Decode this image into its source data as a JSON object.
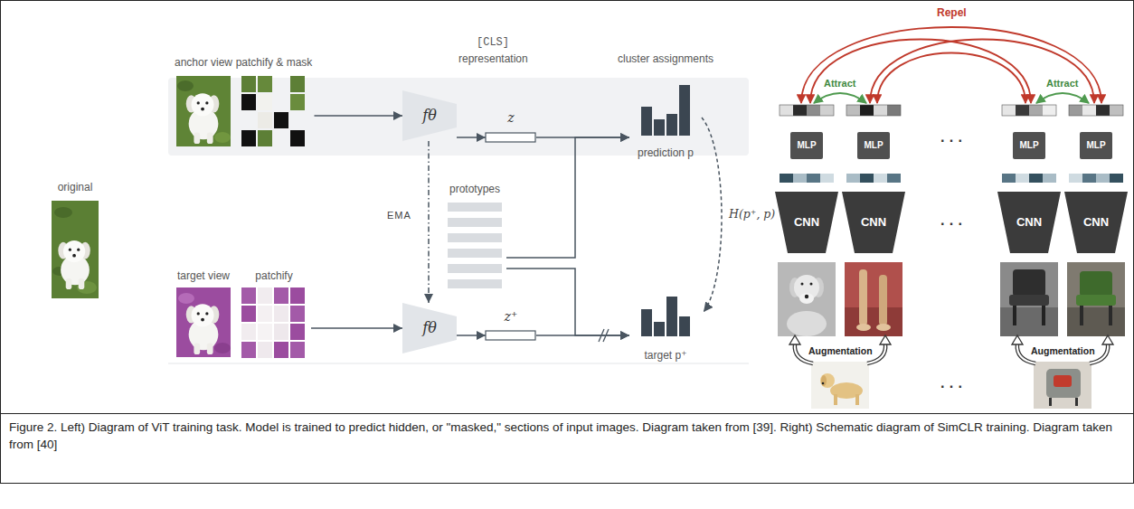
{
  "diagram": {
    "caption": "Figure 2. Left) Diagram of ViT training task. Model is trained to predict hidden, or \"masked,\" sections of input images. Diagram taken from [39]. Right) Schematic diagram of SimCLR training. Diagram taken from [40]",
    "nodes": [
      {
        "text": [
          "original"
        ]
      },
      {
        "text": [
          "anchor view"
        ]
      },
      {
        "text": [
          "patchify & mask"
        ]
      },
      {
        "text": [
          "fθ"
        ]
      },
      {
        "text": [
          "z"
        ]
      },
      {
        "text": [
          "prediction p"
        ]
      },
      {
        "text": [
          "prototypes"
        ]
      },
      {
        "text": [
          "target view"
        ]
      },
      {
        "text": [
          "patchify"
        ]
      },
      {
        "text": [
          "fθ"
        ]
      },
      {
        "text": [
          "z⁺"
        ]
      },
      {
        "text": [
          "target p⁺"
        ]
      },
      {
        "text": [
          "MLP"
        ]
      },
      {
        "text": [
          "MLP"
        ]
      },
      {
        "text": [
          "MLP"
        ]
      },
      {
        "text": [
          "MLP"
        ]
      },
      {
        "text": [
          "CNN"
        ]
      },
      {
        "text": [
          "CNN"
        ]
      },
      {
        "text": [
          "CNN"
        ]
      },
      {
        "text": [
          "CNN"
        ]
      }
    ],
    "edges": [
      {
        "from": 2,
        "to": 3,
        "arrow": "to"
      },
      {
        "from": 3,
        "to": 4,
        "arrow": "to"
      },
      {
        "from": 4,
        "to": 5,
        "arrow": "to"
      },
      {
        "from": 6,
        "to": 5,
        "arrow": "to"
      },
      {
        "from": 8,
        "to": 9,
        "arrow": "to"
      },
      {
        "from": 9,
        "to": 10,
        "arrow": "to"
      },
      {
        "from": 10,
        "to": 11,
        "arrow": "to"
      },
      {
        "from": 6,
        "to": 11,
        "arrow": "to"
      },
      {
        "from": 3,
        "to": 9,
        "arrow": "to",
        "label": "EMA"
      },
      {
        "from": 5,
        "to": 11,
        "arrow": "to",
        "label": "H(p⁺, p)"
      }
    ],
    "labels": [
      "[CLS]",
      "representation",
      "cluster assignments",
      "Repel",
      "Attract",
      "Attract",
      "Augmentation",
      "Augmentation",
      "· · ·",
      "· · ·",
      "· · ·"
    ]
  }
}
